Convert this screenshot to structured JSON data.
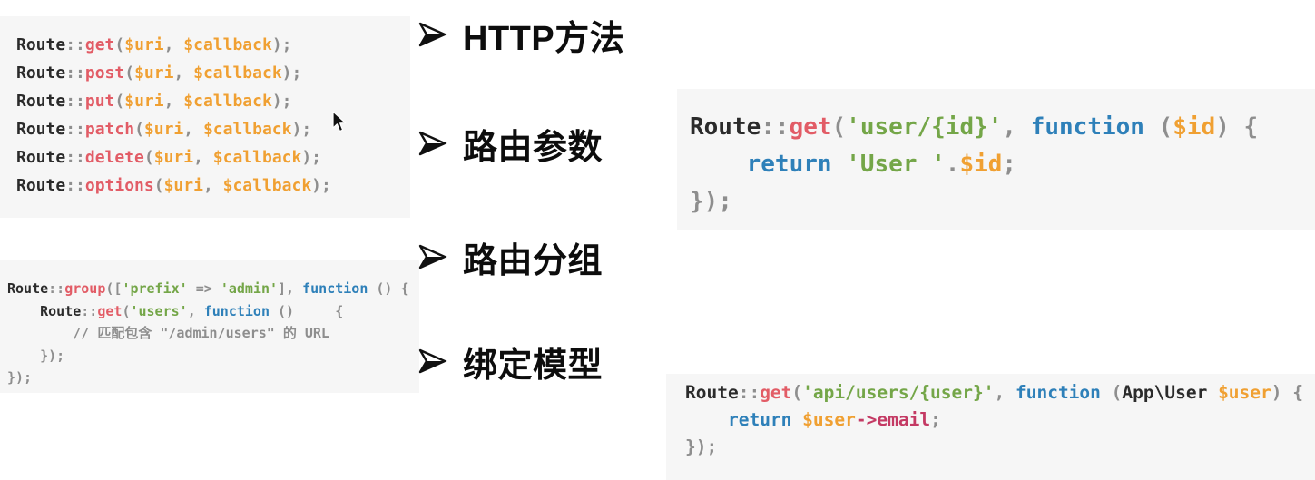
{
  "colors": {
    "code_bg": "#f6f6f6",
    "plain": "#2b2b2b",
    "punct": "#8e8e8e",
    "method": "#e25c66",
    "string": "#74a648",
    "keyword": "#2e80b9",
    "variable": "#f0a032",
    "property": "#c43a64",
    "comment": "#8e8e8e",
    "bullet_text": "#0d0d0d"
  },
  "bullets": {
    "marker": "arrowhead-right",
    "items": [
      {
        "label": "HTTP方法"
      },
      {
        "label": "路由参数"
      },
      {
        "label": "路由分组"
      },
      {
        "label": "绑定模型"
      }
    ]
  },
  "code_blocks": [
    {
      "name": "http-methods",
      "lines": [
        [
          {
            "t": "Route",
            "c": "plain"
          },
          {
            "t": "::",
            "c": "punct"
          },
          {
            "t": "get",
            "c": "method"
          },
          {
            "t": "(",
            "c": "punct"
          },
          {
            "t": "$uri",
            "c": "variable"
          },
          {
            "t": ", ",
            "c": "punct"
          },
          {
            "t": "$callback",
            "c": "variable"
          },
          {
            "t": ");",
            "c": "punct"
          }
        ],
        [
          {
            "t": "Route",
            "c": "plain"
          },
          {
            "t": "::",
            "c": "punct"
          },
          {
            "t": "post",
            "c": "method"
          },
          {
            "t": "(",
            "c": "punct"
          },
          {
            "t": "$uri",
            "c": "variable"
          },
          {
            "t": ", ",
            "c": "punct"
          },
          {
            "t": "$callback",
            "c": "variable"
          },
          {
            "t": ");",
            "c": "punct"
          }
        ],
        [
          {
            "t": "Route",
            "c": "plain"
          },
          {
            "t": "::",
            "c": "punct"
          },
          {
            "t": "put",
            "c": "method"
          },
          {
            "t": "(",
            "c": "punct"
          },
          {
            "t": "$uri",
            "c": "variable"
          },
          {
            "t": ", ",
            "c": "punct"
          },
          {
            "t": "$callback",
            "c": "variable"
          },
          {
            "t": ");",
            "c": "punct"
          }
        ],
        [
          {
            "t": "Route",
            "c": "plain"
          },
          {
            "t": "::",
            "c": "punct"
          },
          {
            "t": "patch",
            "c": "method"
          },
          {
            "t": "(",
            "c": "punct"
          },
          {
            "t": "$uri",
            "c": "variable"
          },
          {
            "t": ", ",
            "c": "punct"
          },
          {
            "t": "$callback",
            "c": "variable"
          },
          {
            "t": ");",
            "c": "punct"
          }
        ],
        [
          {
            "t": "Route",
            "c": "plain"
          },
          {
            "t": "::",
            "c": "punct"
          },
          {
            "t": "delete",
            "c": "method"
          },
          {
            "t": "(",
            "c": "punct"
          },
          {
            "t": "$uri",
            "c": "variable"
          },
          {
            "t": ", ",
            "c": "punct"
          },
          {
            "t": "$callback",
            "c": "variable"
          },
          {
            "t": ");",
            "c": "punct"
          }
        ],
        [
          {
            "t": "Route",
            "c": "plain"
          },
          {
            "t": "::",
            "c": "punct"
          },
          {
            "t": "options",
            "c": "method"
          },
          {
            "t": "(",
            "c": "punct"
          },
          {
            "t": "$uri",
            "c": "variable"
          },
          {
            "t": ", ",
            "c": "punct"
          },
          {
            "t": "$callback",
            "c": "variable"
          },
          {
            "t": ");",
            "c": "punct"
          }
        ]
      ]
    },
    {
      "name": "route-params",
      "lines": [
        [
          {
            "t": "Route",
            "c": "plain"
          },
          {
            "t": "::",
            "c": "punct"
          },
          {
            "t": "get",
            "c": "method"
          },
          {
            "t": "(",
            "c": "punct"
          },
          {
            "t": "'user/{id}'",
            "c": "string"
          },
          {
            "t": ", ",
            "c": "punct"
          },
          {
            "t": "function",
            "c": "keyword"
          },
          {
            "t": " (",
            "c": "punct"
          },
          {
            "t": "$id",
            "c": "variable"
          },
          {
            "t": ") {",
            "c": "punct"
          }
        ],
        [
          {
            "t": "    ",
            "c": "punct"
          },
          {
            "t": "return",
            "c": "keyword"
          },
          {
            "t": " ",
            "c": "punct"
          },
          {
            "t": "'User '",
            "c": "string"
          },
          {
            "t": ".",
            "c": "punct"
          },
          {
            "t": "$id",
            "c": "variable"
          },
          {
            "t": ";",
            "c": "punct"
          }
        ],
        [
          {
            "t": "});",
            "c": "punct"
          }
        ]
      ]
    },
    {
      "name": "route-group",
      "lines": [
        [
          {
            "t": "Route",
            "c": "plain"
          },
          {
            "t": "::",
            "c": "punct"
          },
          {
            "t": "group",
            "c": "method"
          },
          {
            "t": "([",
            "c": "punct"
          },
          {
            "t": "'prefix'",
            "c": "string"
          },
          {
            "t": " => ",
            "c": "punct"
          },
          {
            "t": "'admin'",
            "c": "string"
          },
          {
            "t": "], ",
            "c": "punct"
          },
          {
            "t": "function",
            "c": "keyword"
          },
          {
            "t": " () {",
            "c": "punct"
          }
        ],
        [
          {
            "t": "    ",
            "c": "punct"
          },
          {
            "t": "Route",
            "c": "plain"
          },
          {
            "t": "::",
            "c": "punct"
          },
          {
            "t": "get",
            "c": "method"
          },
          {
            "t": "(",
            "c": "punct"
          },
          {
            "t": "'users'",
            "c": "string"
          },
          {
            "t": ", ",
            "c": "punct"
          },
          {
            "t": "function",
            "c": "keyword"
          },
          {
            "t": " ()     {",
            "c": "punct"
          }
        ],
        [
          {
            "t": "        // 匹配包含 \"/admin/users\" 的 URL",
            "c": "comment"
          }
        ],
        [
          {
            "t": "    });",
            "c": "punct"
          }
        ],
        [
          {
            "t": "});",
            "c": "punct"
          }
        ]
      ]
    },
    {
      "name": "model-binding",
      "lines": [
        [
          {
            "t": "Route",
            "c": "plain"
          },
          {
            "t": "::",
            "c": "punct"
          },
          {
            "t": "get",
            "c": "method"
          },
          {
            "t": "(",
            "c": "punct"
          },
          {
            "t": "'api/users/{user}'",
            "c": "string"
          },
          {
            "t": ", ",
            "c": "punct"
          },
          {
            "t": "function",
            "c": "keyword"
          },
          {
            "t": " (",
            "c": "punct"
          },
          {
            "t": "App\\User ",
            "c": "plain"
          },
          {
            "t": "$user",
            "c": "variable"
          },
          {
            "t": ") {",
            "c": "punct"
          }
        ],
        [
          {
            "t": "    ",
            "c": "punct"
          },
          {
            "t": "return",
            "c": "keyword"
          },
          {
            "t": " ",
            "c": "punct"
          },
          {
            "t": "$user",
            "c": "variable"
          },
          {
            "t": "->email",
            "c": "property"
          },
          {
            "t": ";",
            "c": "punct"
          }
        ],
        [
          {
            "t": "});",
            "c": "punct"
          }
        ]
      ]
    }
  ]
}
